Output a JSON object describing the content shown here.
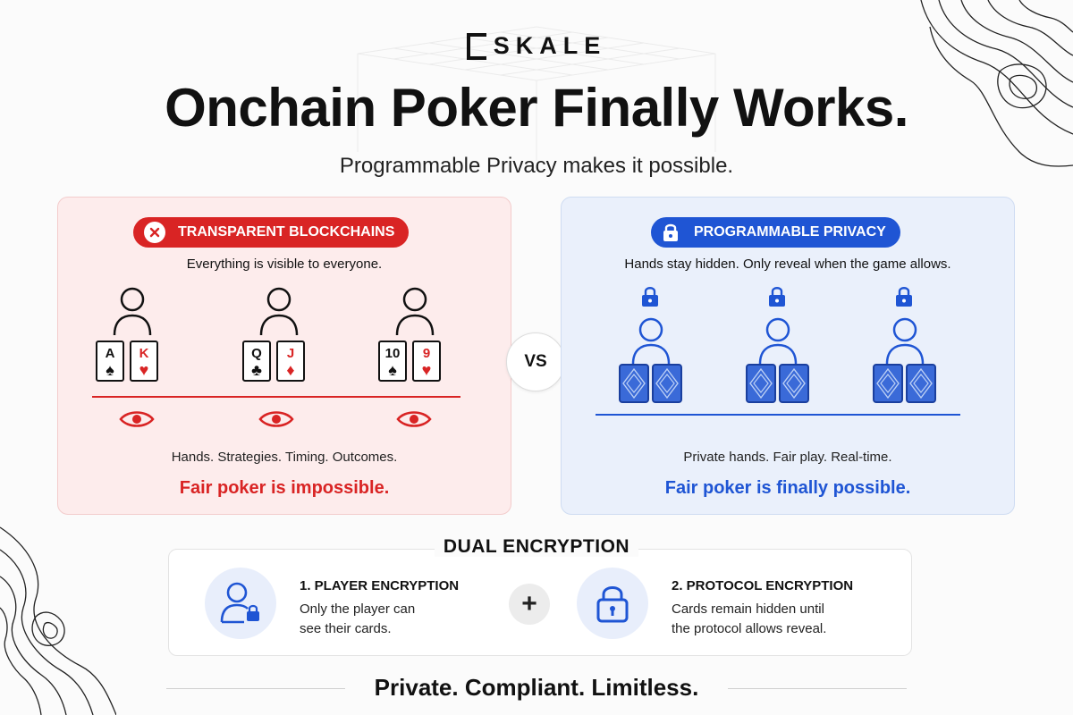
{
  "brand": {
    "logo_text": "SKALE"
  },
  "header": {
    "title": "Onchain Poker Finally Works.",
    "subtitle": "Programmable Privacy makes it possible."
  },
  "left_panel": {
    "badge": "TRANSPARENT BLOCKCHAINS",
    "subtitle": "Everything is visible to everyone.",
    "players": [
      {
        "cards": [
          {
            "rank": "A",
            "suit": "♠",
            "color": "#111111"
          },
          {
            "rank": "K",
            "suit": "♥",
            "color": "#d92424"
          }
        ]
      },
      {
        "cards": [
          {
            "rank": "Q",
            "suit": "♣",
            "color": "#111111"
          },
          {
            "rank": "J",
            "suit": "♦",
            "color": "#d92424"
          }
        ]
      },
      {
        "cards": [
          {
            "rank": "10",
            "suit": "♠",
            "color": "#111111"
          },
          {
            "rank": "9",
            "suit": "♥",
            "color": "#d92424"
          }
        ]
      }
    ],
    "footer": "Hands. Strategies. Timing. Outcomes.",
    "conclusion": "Fair poker is impossible.",
    "accent": "#d92424"
  },
  "vs_label": "VS",
  "right_panel": {
    "badge": "PROGRAMMABLE PRIVACY",
    "subtitle": "Hands stay hidden. Only reveal when the game allows.",
    "footer": "Private hands. Fair play. Real-time.",
    "conclusion": "Fair poker is finally possible.",
    "accent": "#1f55d4"
  },
  "dual_encryption": {
    "title": "DUAL ENCRYPTION",
    "plus": "+",
    "items": [
      {
        "heading": "1. PLAYER ENCRYPTION",
        "text_line1": "Only the player can",
        "text_line2": "see their cards."
      },
      {
        "heading": "2. PROTOCOL ENCRYPTION",
        "text_line1": "Cards remain hidden until",
        "text_line2": "the protocol allows reveal."
      }
    ]
  },
  "tagline": "Private. Compliant. Limitless."
}
